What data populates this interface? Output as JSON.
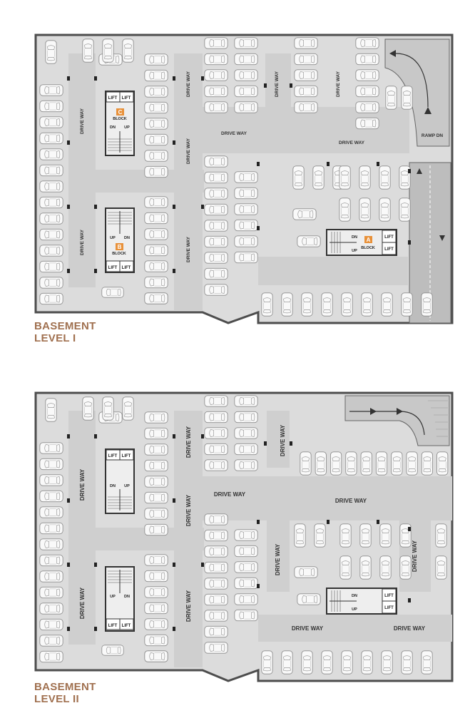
{
  "colors": {
    "accent": "#a0704f",
    "badge": "#e8913a",
    "floor": "#dcdcdc",
    "driveway": "#cfcfcf",
    "wall": "#555555",
    "car": "#f7f7f7"
  },
  "levels": [
    {
      "title_line1": "BASEMENT",
      "title_line2": "LEVEL I",
      "driveway_label": "DRIVE WAY",
      "ramp_label": "RAMP DN",
      "blocks": [
        {
          "badge": "C",
          "block_label": "BLOCK",
          "lift": "LIFT",
          "dn": "DN",
          "up": "UP"
        },
        {
          "badge": "B",
          "block_label": "BLOCK",
          "lift": "LIFT",
          "dn": "DN",
          "up": "UP"
        },
        {
          "badge": "A",
          "block_label": "BLOCK",
          "lift": "LIFT",
          "dn": "DN",
          "up": "UP"
        }
      ]
    },
    {
      "title_line1": "BASEMENT",
      "title_line2": "LEVEL II",
      "driveway_label": "DRIVE WAY",
      "blocks": [
        {
          "lift": "LIFT",
          "dn": "DN",
          "up": "UP"
        },
        {
          "lift": "LIFT",
          "dn": "DN",
          "up": "UP"
        },
        {
          "lift": "LIFT",
          "dn": "DN",
          "up": "UP"
        }
      ]
    }
  ]
}
